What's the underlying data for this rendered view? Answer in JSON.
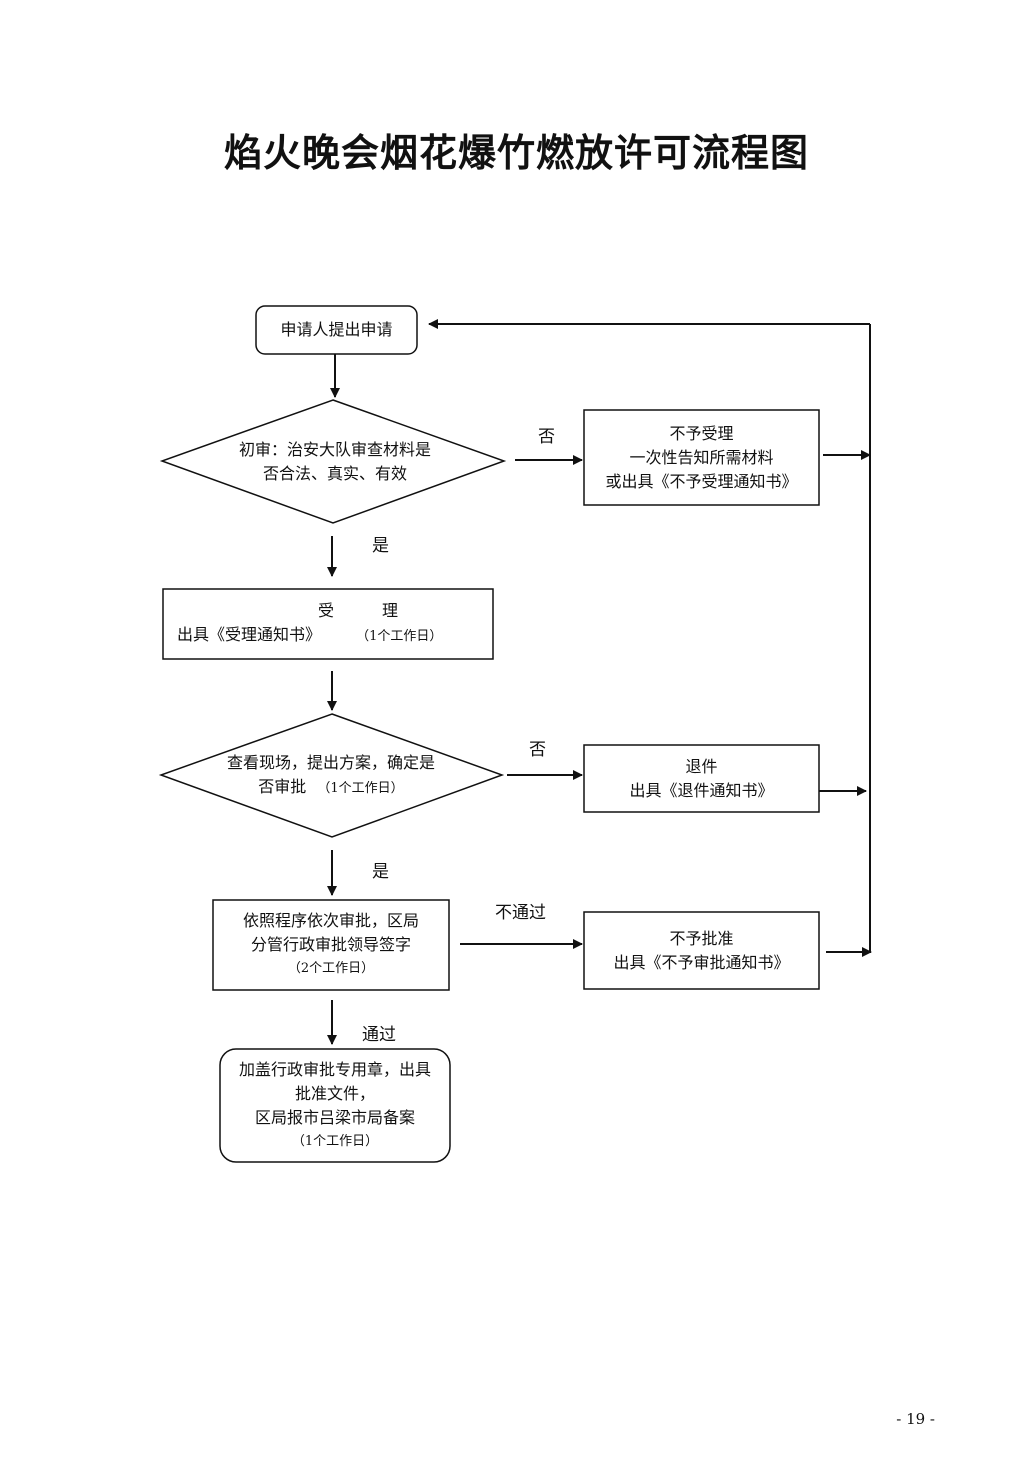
{
  "title": "焰火晚会烟花爆竹燃放许可流程图",
  "page_number": "- 19 -",
  "nodes": {
    "start": {
      "line1": "申请人提出申请"
    },
    "review1": {
      "line1": "初审：治安大队审查材料是",
      "line2": "否合法、真实、有效"
    },
    "reject1": {
      "line1": "不予受理",
      "line2": "一次性告知所需材料",
      "line3": "或出具《不予受理通知书》"
    },
    "accept": {
      "line1": "受　　　理",
      "line2": "出具《受理通知书》",
      "line2_note": "（1个工作日）"
    },
    "review2": {
      "line1": "查看现场，提出方案，确定是",
      "line2": "否审批",
      "line2_note": "（1个工作日）"
    },
    "reject2": {
      "line1": "退件",
      "line2": "出具《退件通知书》"
    },
    "approve_process": {
      "line1": "依照程序依次审批，区局",
      "line2": "分管行政审批领导签字",
      "line3": "（2个工作日）"
    },
    "reject3": {
      "line1": "不予批准",
      "line2": "出具《不予审批通知书》"
    },
    "final": {
      "line1": "加盖行政审批专用章，出具",
      "line2": "批准文件，",
      "line3": "区局报市吕梁市局备案",
      "line4": "（1个工作日）"
    }
  },
  "edge_labels": {
    "no1": "否",
    "yes1": "是",
    "no2": "否",
    "yes2": "是",
    "fail": "不通过",
    "pass": "通过"
  }
}
